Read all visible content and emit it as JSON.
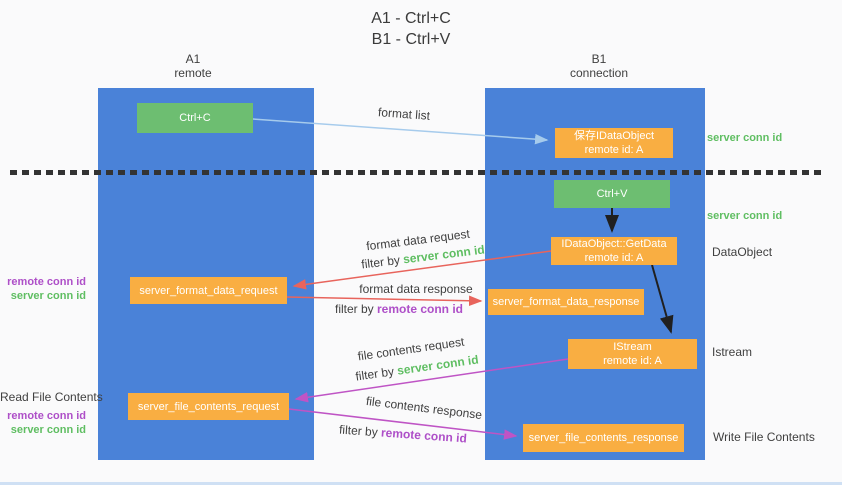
{
  "title": {
    "line1": "A1 - Ctrl+C",
    "line2": "B1 - Ctrl+V"
  },
  "lanes": {
    "left": {
      "name": "A1",
      "subtitle": "remote"
    },
    "right": {
      "name": "B1",
      "subtitle": "connection"
    }
  },
  "nodes": {
    "ctrl_c": {
      "label": "Ctrl+C"
    },
    "ctrl_v": {
      "label": "Ctrl+V"
    },
    "save_dataobject": {
      "line1": "保存IDataObject",
      "line2": "remote id: A"
    },
    "getdata": {
      "line1": "IDataObject::GetData",
      "line2": "remote id: A"
    },
    "istream": {
      "line1": "IStream",
      "line2": "remote id: A"
    },
    "server_format_data_request": {
      "label": "server_format_data_request"
    },
    "server_format_data_response": {
      "label": "server_format_data_response"
    },
    "server_file_contents_request": {
      "label": "server_file_contents_request"
    },
    "server_file_contents_response": {
      "label": "server_file_contents_response"
    }
  },
  "arrows": {
    "format_list": {
      "label": "format list"
    },
    "format_data_request": {
      "label": "format data request",
      "filter_prefix": "filter by ",
      "filter_key": "server conn id"
    },
    "format_data_response": {
      "label": "format data response",
      "filter_prefix": "filter by ",
      "filter_key": "remote conn id"
    },
    "file_contents_request": {
      "label": "file contents request",
      "filter_prefix": "filter by ",
      "filter_key": "server conn id"
    },
    "file_contents_response": {
      "label": "file contents response",
      "filter_prefix": "filter by ",
      "filter_key": "remote conn id"
    }
  },
  "side_labels": {
    "left_format_remote": "remote conn id",
    "left_format_server": "server conn id",
    "read_file_contents": "Read File Contents",
    "left_file_remote": "remote conn id",
    "left_file_server": "server conn id",
    "right_top_server_conn": "server conn id",
    "right_mid_server_conn": "server conn id",
    "data_object": "DataObject",
    "istream": "Istream",
    "write_file_contents": "Write File Contents"
  },
  "colors": {
    "lane_blue": "#4A82D8",
    "green_box": "#6DBE71",
    "orange_box": "#F9AE42",
    "green_text": "#5FBE62",
    "purple_text": "#AE4FC8",
    "red_arrow": "#E8645C",
    "magenta_arrow": "#BF54C5",
    "lightblue_arrow": "#A6CBEC",
    "black_arrow": "#202020",
    "text": "#404040"
  }
}
